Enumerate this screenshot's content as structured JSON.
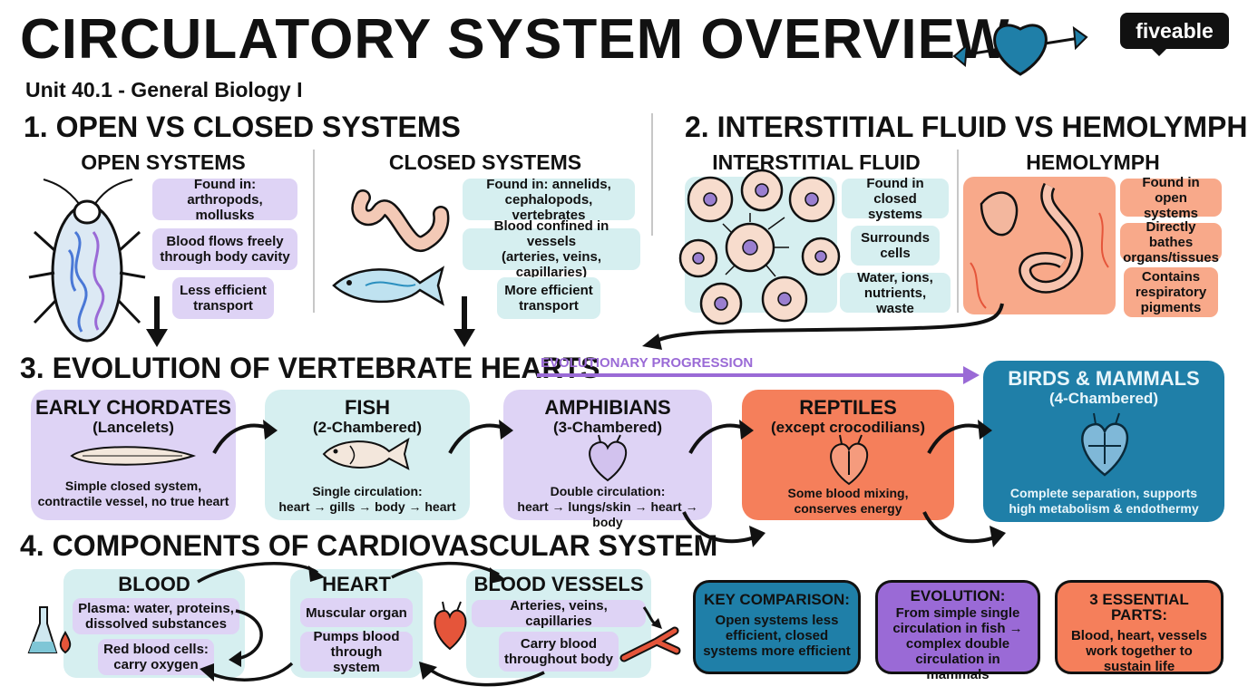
{
  "header": {
    "title": "CIRCULATORY SYSTEM OVERVIEW",
    "subtitle": "Unit 40.1 - General Biology I",
    "logo": "fiveable"
  },
  "section1": {
    "heading": "1. OPEN VS CLOSED SYSTEMS",
    "open": {
      "heading": "OPEN SYSTEMS",
      "facts": [
        "Found in:\narthropods, mollusks",
        "Blood flows freely\nthrough body cavity",
        "Less efficient\ntransport"
      ]
    },
    "closed": {
      "heading": "CLOSED SYSTEMS",
      "facts": [
        "Found in: annelids,\ncephalopods, vertebrates",
        "Blood confined in vessels\n(arteries, veins, capillaries)",
        "More efficient\ntransport"
      ]
    }
  },
  "section2": {
    "heading": "2. INTERSTITIAL FLUID VS HEMOLYMPH",
    "interstitial": {
      "heading": "INTERSTITIAL FLUID",
      "facts": [
        "Found in\nclosed systems",
        "Surrounds\ncells",
        "Water, ions,\nnutrients, waste"
      ]
    },
    "hemolymph": {
      "heading": "HEMOLYMPH",
      "facts": [
        "Found in\nopen systems",
        "Directly bathes\norgans/tissues",
        "Contains\nrespiratory\npigments"
      ]
    }
  },
  "section3": {
    "heading": "3. EVOLUTION OF VERTEBRATE HEARTS",
    "progression_label": "EVOLUTIONARY PROGRESSION",
    "stages": [
      {
        "name": "EARLY CHORDATES",
        "sub": "(Lancelets)",
        "desc": "Simple closed system,\ncontractile vessel, no true heart"
      },
      {
        "name": "FISH",
        "sub": "(2-Chambered)",
        "desc": "Single circulation:\nheart → gills → body → heart"
      },
      {
        "name": "AMPHIBIANS",
        "sub": "(3-Chambered)",
        "desc": "Double circulation:\nheart → lungs/skin → heart → body"
      },
      {
        "name": "REPTILES",
        "sub": "(except crocodilians)",
        "desc": "Some blood mixing,\nconserves energy"
      },
      {
        "name": "BIRDS & MAMMALS",
        "sub": "(4-Chambered)",
        "desc": "Complete separation, supports\nhigh metabolism & endothermy"
      }
    ]
  },
  "section4": {
    "heading": "4. COMPONENTS OF CARDIOVASCULAR SYSTEM",
    "blood": {
      "heading": "BLOOD",
      "facts": [
        "Plasma: water, proteins,\ndissolved substances",
        "Red blood cells:\ncarry oxygen"
      ]
    },
    "heart": {
      "heading": "HEART",
      "facts": [
        "Muscular organ",
        "Pumps blood\nthrough system"
      ]
    },
    "vessels": {
      "heading": "BLOOD VESSELS",
      "facts": [
        "Arteries, veins, capillaries",
        "Carry blood\nthroughout body"
      ]
    }
  },
  "summary": [
    {
      "heading": "KEY COMPARISON:",
      "text": "Open systems less\nefficient, closed\nsystems more efficient"
    },
    {
      "heading": "EVOLUTION:",
      "text": "From simple single\ncirculation in fish →\ncomplex double\ncirculation in mammals"
    },
    {
      "heading": "3 ESSENTIAL PARTS:",
      "text": "Blood, heart, vessels\nwork together to\nsustain life"
    }
  ],
  "colors": {
    "purple": "#ded3f5",
    "cyan": "#d6eff0",
    "orange": "#f57f5b",
    "orange_light": "#f8a98a",
    "blue": "#1f7fa8",
    "progression": "#9a6ad6"
  },
  "icons": [
    "heart-icon",
    "cockroach-icon",
    "earthworm-icon",
    "fish-icon",
    "cells-icon",
    "organs-icon",
    "lancelet-icon",
    "heart-3ch-icon",
    "heart-reptile-icon",
    "heart-4ch-icon",
    "flask-icon",
    "heart-organ-icon",
    "blood-vessel-icon"
  ]
}
